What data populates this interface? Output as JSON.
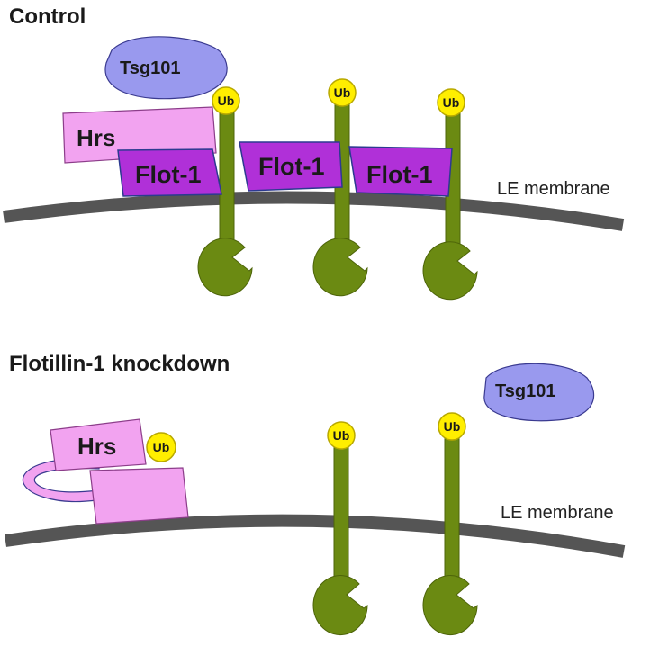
{
  "panels": {
    "control": {
      "heading": "Control",
      "membrane_label": "LE membrane",
      "tsg101_label": "Tsg101",
      "hrs_label": "Hrs",
      "flotillin_labels": [
        "Flot-1",
        "Flot-1",
        "Flot-1"
      ],
      "ub_labels": [
        "Ub",
        "Ub",
        "Ub"
      ]
    },
    "knockdown": {
      "heading": "Flotillin-1 knockdown",
      "membrane_label": "LE membrane",
      "tsg101_label": "Tsg101",
      "hrs_label": "Hrs",
      "ub_labels": [
        "Ub",
        "Ub",
        "Ub"
      ]
    }
  },
  "colors": {
    "membrane": "#555555",
    "tsg101": "#9999ee",
    "hrs": "#f2a3f0",
    "flotillin": "#b030d8",
    "receptor": "#6b8a12",
    "ubiquitin": "#ffee00"
  }
}
